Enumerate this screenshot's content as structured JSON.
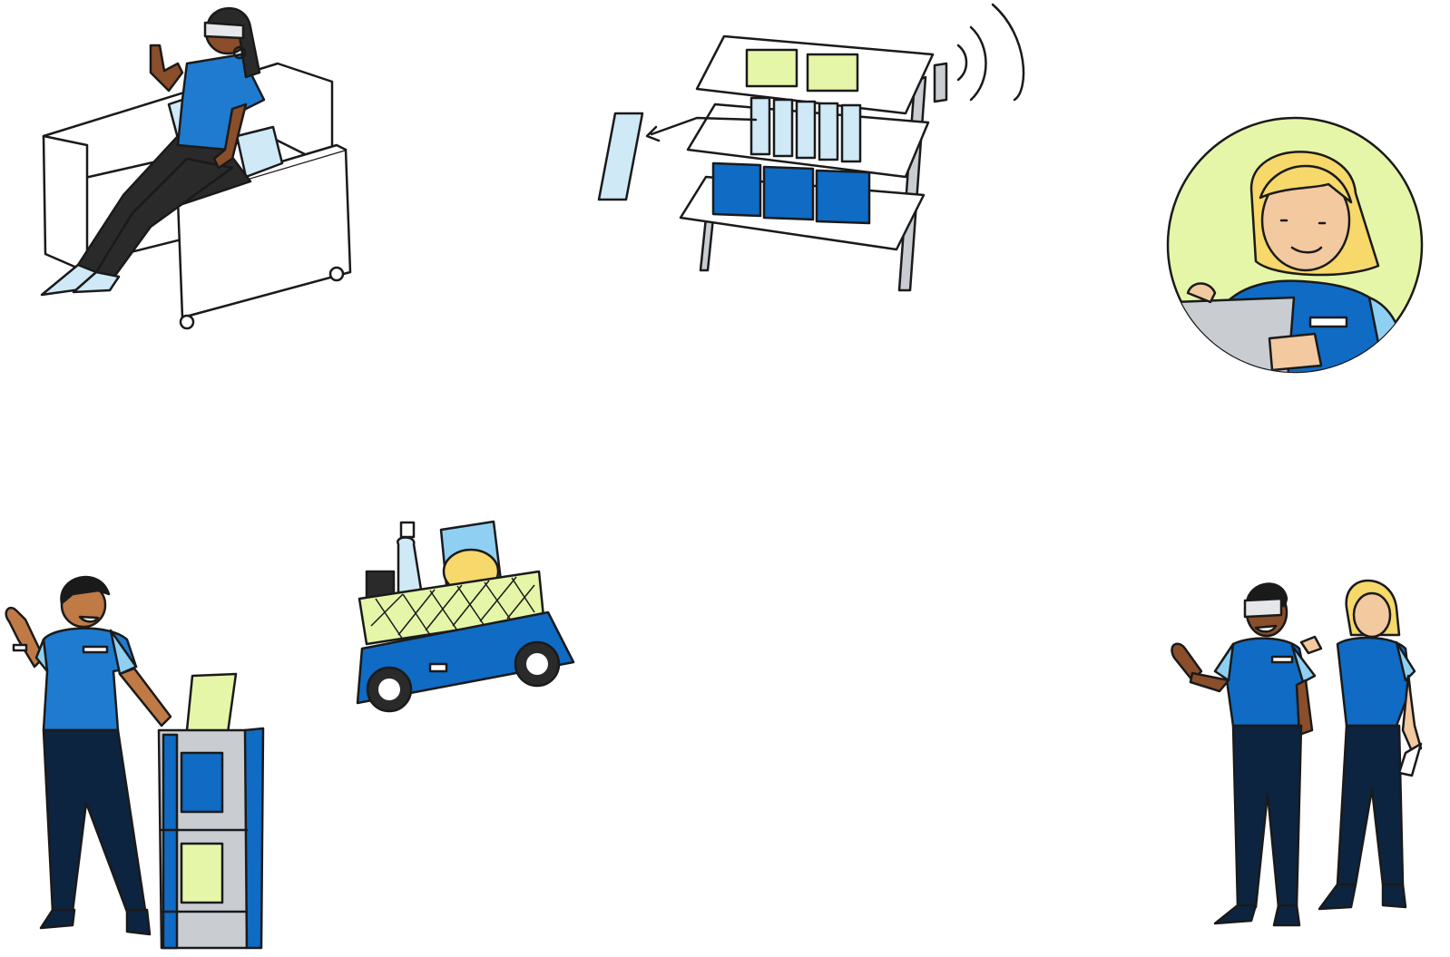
{
  "colors": {
    "outline": "#1a1a1a",
    "primary_blue": "#0f6bc4",
    "light_blue": "#8fd0f2",
    "pale_blue": "#cfe9f7",
    "lime": "#e6f6a8",
    "navy": "#0d2440",
    "skin_dark": "#8a4e2b",
    "skin_brown": "#c07a46",
    "skin_light": "#f3c9a0",
    "blonde": "#f6d86b",
    "grey": "#c9cdd2",
    "white": "#ffffff"
  },
  "illustrations": [
    {
      "name": "woman-vr-armchair",
      "icon": "vr-headset-icon"
    },
    {
      "name": "smart-shelf-restock",
      "icon": "wireless-signal-icon"
    },
    {
      "name": "associate-tablet-portrait",
      "icon": "tablet-icon"
    },
    {
      "name": "associate-with-display-stand",
      "icon": "display-stand-icon"
    },
    {
      "name": "autonomous-delivery-cart",
      "icon": "robot-cart-icon"
    },
    {
      "name": "associates-pair-vr",
      "icon": "vr-headset-icon"
    }
  ]
}
